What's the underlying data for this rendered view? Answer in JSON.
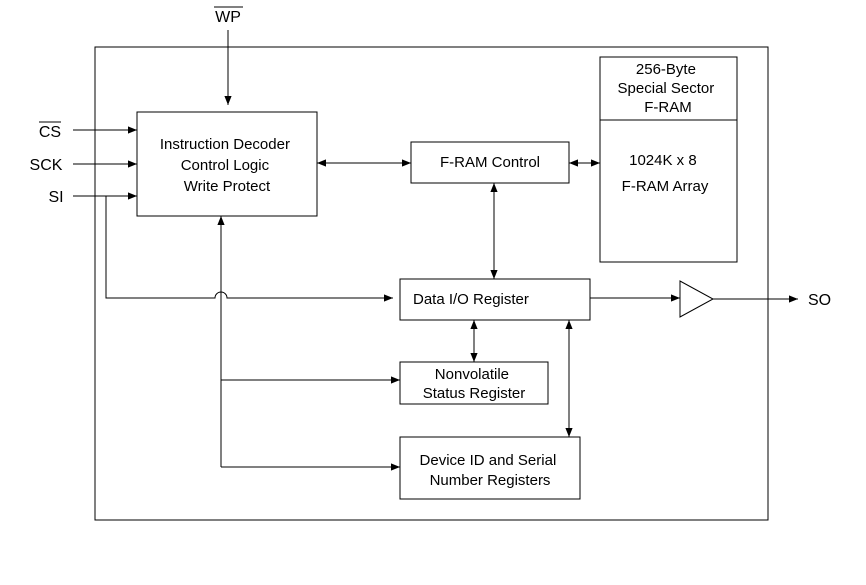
{
  "pins": {
    "wp": "WP",
    "cs": "CS",
    "sck": "SCK",
    "si": "SI",
    "so": "SO"
  },
  "blocks": {
    "instruction_decoder": [
      "Instruction Decoder",
      "Control Logic",
      "Write Protect"
    ],
    "fram_control": "F-RAM Control",
    "special_sector": [
      "256-Byte",
      "Special Sector",
      "F-RAM"
    ],
    "fram_array": [
      "1024K x 8",
      "F-RAM Array"
    ],
    "data_io_register": "Data I/O Register",
    "status_register": [
      "Nonvolatile",
      "Status Register"
    ],
    "device_id_registers": [
      "Device ID and Serial",
      "Number Registers"
    ]
  }
}
